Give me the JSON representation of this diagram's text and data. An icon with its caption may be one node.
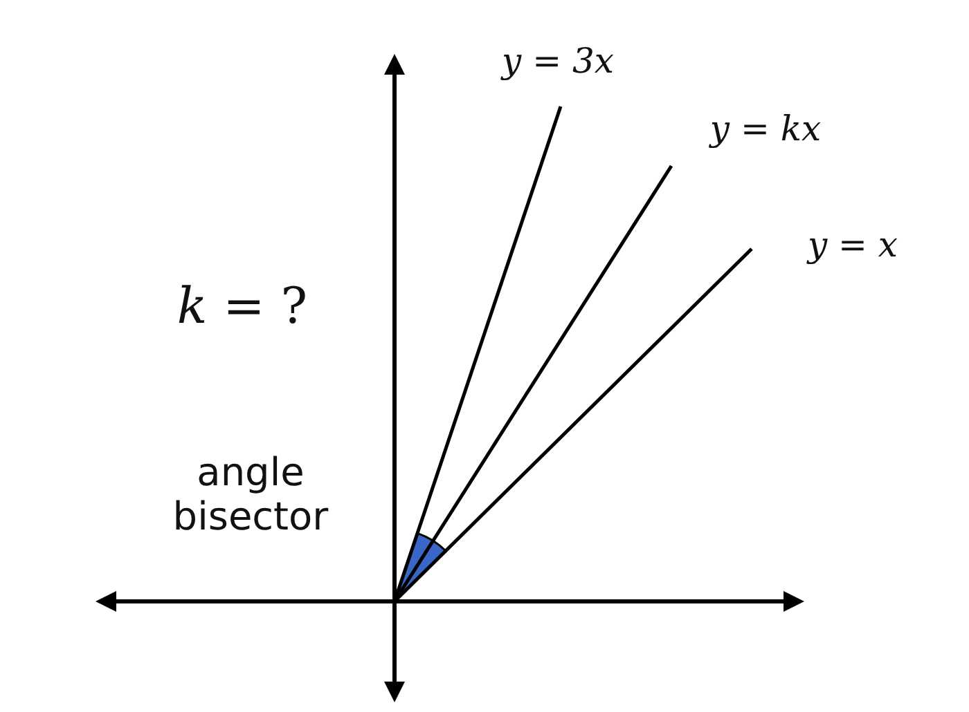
{
  "diagram": {
    "labels": [
      "*y* = *3x*",
      "*y* = *kx*",
      "*y* = *x*",
      "*k* = ?",
      "angle bisector"
    ]
  }
}
